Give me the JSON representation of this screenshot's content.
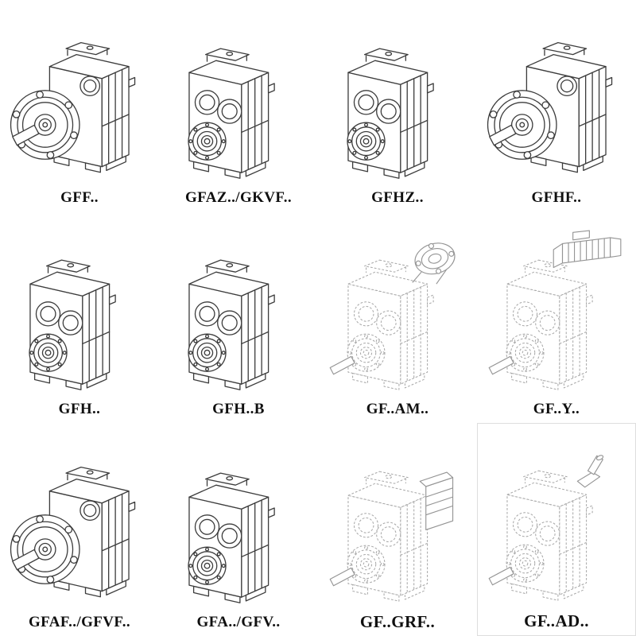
{
  "colors": {
    "line": "#3d3d3d",
    "dashed_line": "#a8a8a8",
    "label": "#101010"
  },
  "items": [
    {
      "label": "GFF..",
      "drawing": "flange-output-gearbox"
    },
    {
      "label": "GFAZ../GKVF..",
      "drawing": "hollow-bore-gearbox"
    },
    {
      "label": "GFHZ..",
      "drawing": "hollow-bore-gearbox"
    },
    {
      "label": "GFHF..",
      "drawing": "flange-output-gearbox"
    },
    {
      "label": "GFH..",
      "drawing": "hollow-bore-gearbox"
    },
    {
      "label": "GFH..B",
      "drawing": "hollow-bore-gearbox"
    },
    {
      "label": "GF..AM..",
      "drawing": "gearbox-with-input-flange-dashed"
    },
    {
      "label": "GF..Y..",
      "drawing": "gearbox-with-motor-dashed"
    },
    {
      "label": "GFAF../GFVF..",
      "drawing": "flange-output-gearbox"
    },
    {
      "label": "GFA../GFV..",
      "drawing": "hollow-bore-gearbox"
    },
    {
      "label": "GF..GRF..",
      "drawing": "gearbox-with-cover-dashed"
    },
    {
      "label": "GF..AD..",
      "drawing": "gearbox-with-input-shaft-dashed"
    }
  ]
}
